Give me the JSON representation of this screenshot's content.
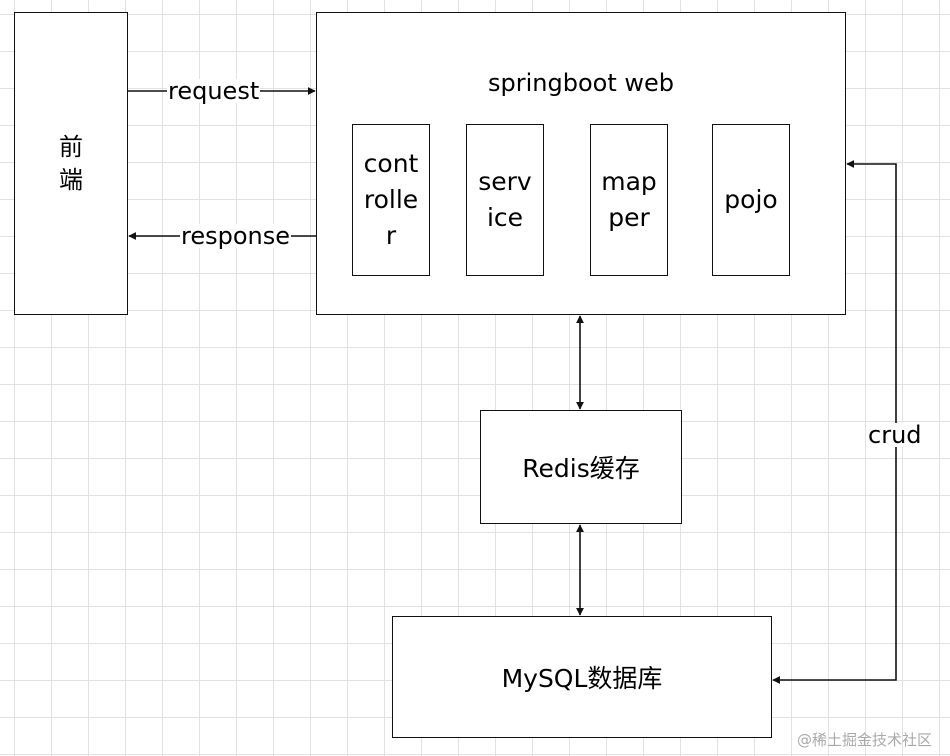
{
  "diagram": {
    "frontend": {
      "label": "前端"
    },
    "springboot": {
      "title": "springboot web",
      "layers": [
        {
          "label": "controller"
        },
        {
          "label": "service"
        },
        {
          "label": "mapper"
        },
        {
          "label": "pojo"
        }
      ]
    },
    "redis": {
      "label": "Redis缓存"
    },
    "mysql": {
      "label": "MySQL数据库"
    },
    "edges": {
      "request": "request",
      "response": "response",
      "crud": "crud"
    }
  },
  "watermark": "@稀土掘金技术社区"
}
